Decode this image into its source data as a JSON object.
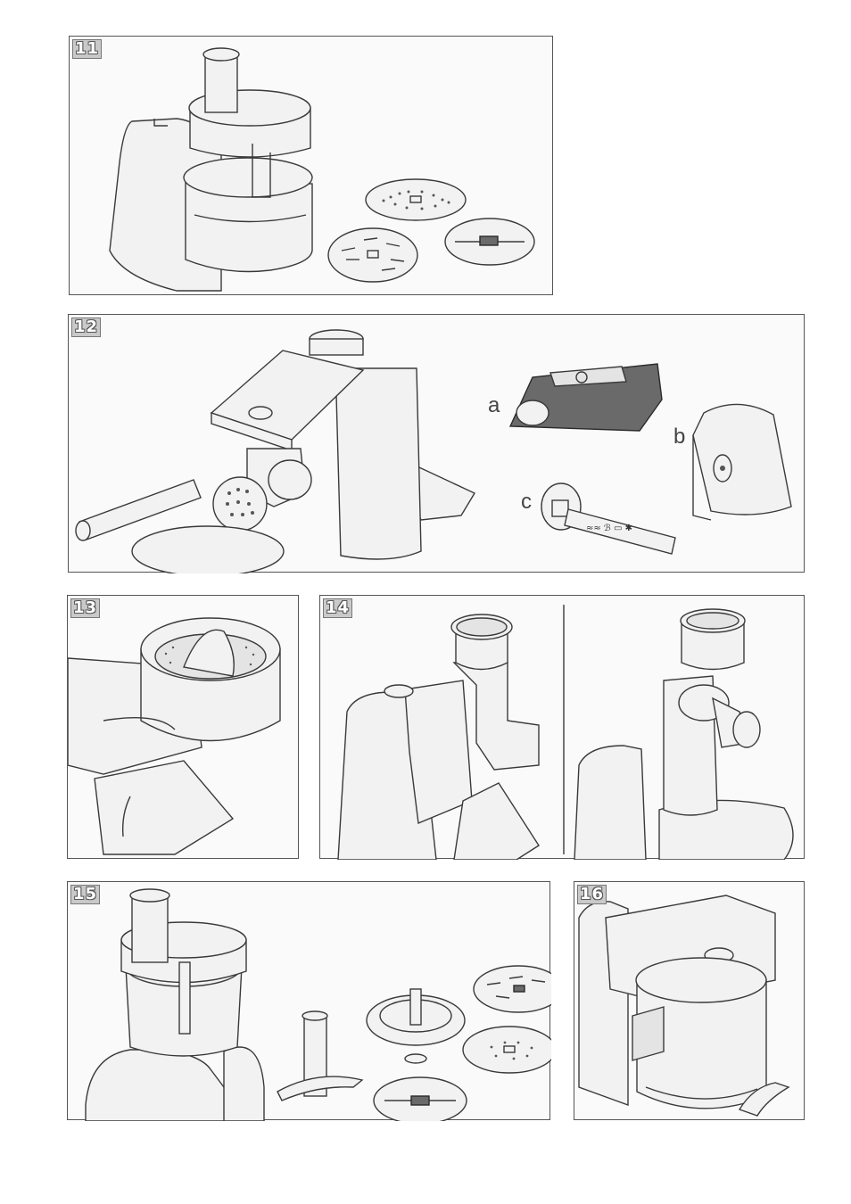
{
  "panels": {
    "p11": {
      "number": "11"
    },
    "p12": {
      "number": "12",
      "callouts": [
        "a",
        "b",
        "c"
      ]
    },
    "p13": {
      "number": "13"
    },
    "p14": {
      "number": "14"
    },
    "p15": {
      "number": "15"
    },
    "p16": {
      "number": "16"
    }
  }
}
